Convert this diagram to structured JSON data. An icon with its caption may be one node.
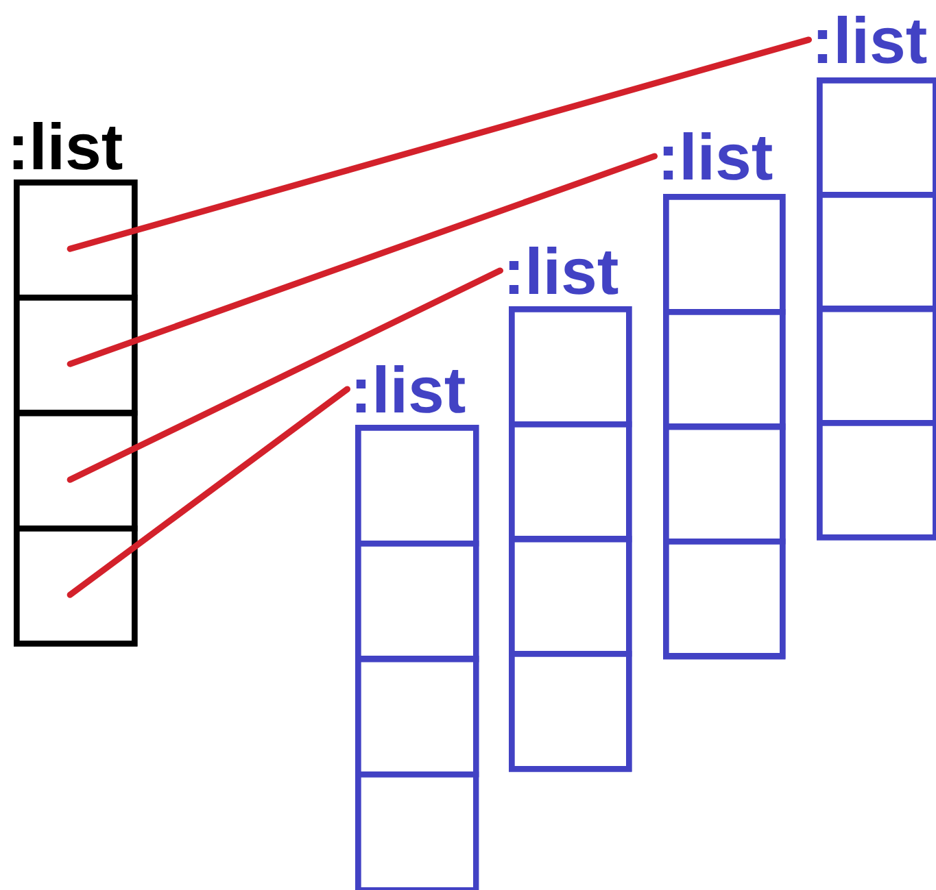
{
  "diagram": {
    "nodes": [
      {
        "text": [
          ":list"
        ]
      },
      {
        "text": [],
        "shape": "box",
        "in": 0
      },
      {
        "text": [],
        "shape": "box",
        "in": 0
      },
      {
        "text": [],
        "shape": "box",
        "in": 0
      },
      {
        "text": [],
        "shape": "box",
        "in": 0
      },
      {
        "text": [
          ":list"
        ]
      },
      {
        "text": [],
        "shape": "box",
        "in": 5
      },
      {
        "text": [],
        "shape": "box",
        "in": 5
      },
      {
        "text": [],
        "shape": "box",
        "in": 5
      },
      {
        "text": [],
        "shape": "box",
        "in": 5
      },
      {
        "text": [
          ":list"
        ]
      },
      {
        "text": [],
        "shape": "box",
        "in": 10
      },
      {
        "text": [],
        "shape": "box",
        "in": 10
      },
      {
        "text": [],
        "shape": "box",
        "in": 10
      },
      {
        "text": [],
        "shape": "box",
        "in": 10
      },
      {
        "text": [
          ":list"
        ]
      },
      {
        "text": [],
        "shape": "box",
        "in": 15
      },
      {
        "text": [],
        "shape": "box",
        "in": 15
      },
      {
        "text": [],
        "shape": "box",
        "in": 15
      },
      {
        "text": [],
        "shape": "box",
        "in": 15
      },
      {
        "text": [
          ":list"
        ]
      },
      {
        "text": [],
        "shape": "box",
        "in": 20
      },
      {
        "text": [],
        "shape": "box",
        "in": 20
      },
      {
        "text": [],
        "shape": "box",
        "in": 20
      },
      {
        "text": [],
        "shape": "box",
        "in": 20
      }
    ],
    "edges": [
      {
        "from": 1,
        "to": 20,
        "arrow": "none"
      },
      {
        "from": 2,
        "to": 15,
        "arrow": "none"
      },
      {
        "from": 3,
        "to": 10,
        "arrow": "none"
      },
      {
        "from": 4,
        "to": 5,
        "arrow": "none"
      }
    ]
  }
}
